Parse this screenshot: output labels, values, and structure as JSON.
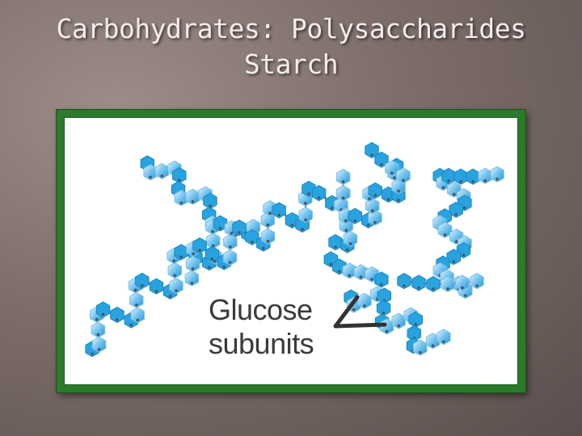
{
  "title": {
    "line1": "Carbohydrates: Polysaccharides",
    "line2": "Starch"
  },
  "diagram": {
    "label_line1": "Glucose",
    "label_line2": "subunits",
    "colors": {
      "border": "#2c7a2c",
      "hexagon_fill": "#29a3df",
      "hexagon_light": "#9fd4f2",
      "bond": "#5a6570",
      "label": "#3a3a3a"
    }
  }
}
